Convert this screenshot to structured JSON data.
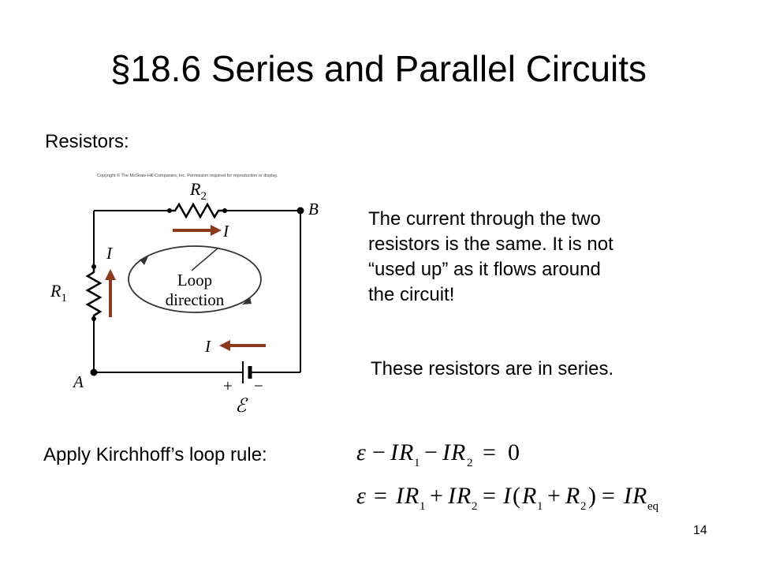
{
  "slide": {
    "title": "§18.6 Series and Parallel Circuits",
    "subheading": "Resistors:",
    "paragraph_lines": [
      "The current through the two",
      "resistors is the same.  It is not",
      "“used up” as it flows around",
      "the circuit!"
    ],
    "series_statement": "These resistors are in series.",
    "kirchhoff_label": "Apply Kirchhoff’s loop rule:",
    "page_number": "14"
  },
  "figure": {
    "copyright": "Copyright © The McGraw-Hill Companies, Inc. Permission required for reproduction or display.",
    "r2_symbol": "R",
    "r2_sub": "2",
    "r1_symbol": "R",
    "r1_sub": "1",
    "node_b": "B",
    "node_a": "A",
    "current_symbol": "I",
    "loop_line1": "Loop",
    "loop_line2": "direction",
    "plus": "+",
    "minus": "−",
    "emf_symbol": "ℰ",
    "colors": {
      "wire": "#000000",
      "arrow": "#8b3a1e",
      "ellipse": "#333333"
    }
  },
  "equations": {
    "eq1": {
      "epsilon": "ε",
      "minus": "−",
      "I": "I",
      "R": "R",
      "sub1": "1",
      "sub2": "2",
      "equals": "=",
      "zero": "0"
    },
    "eq2": {
      "epsilon": "ε",
      "equals": "=",
      "plus": "+",
      "I": "I",
      "R": "R",
      "sub1": "1",
      "sub2": "2",
      "open_paren": "(",
      "close_paren": ")",
      "sub_eq": "eq"
    }
  }
}
